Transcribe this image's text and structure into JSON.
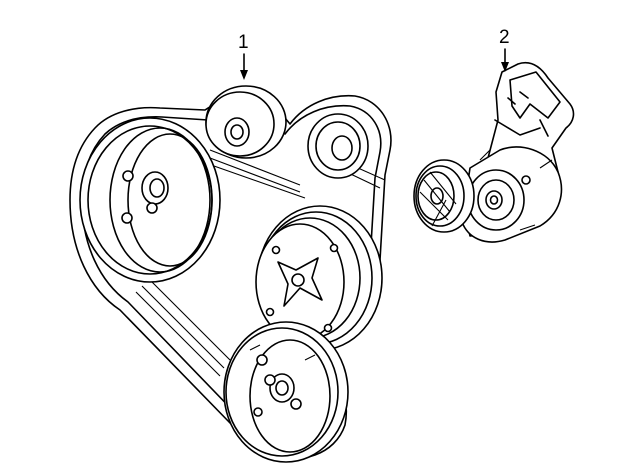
{
  "callouts": [
    {
      "id": "1",
      "label": "1"
    },
    {
      "id": "2",
      "label": "2"
    }
  ],
  "parts": {
    "belt": "serpentine-belt",
    "tensioner": "belt-tensioner-assembly"
  },
  "colors": {
    "line": "#000000",
    "background": "#ffffff"
  }
}
